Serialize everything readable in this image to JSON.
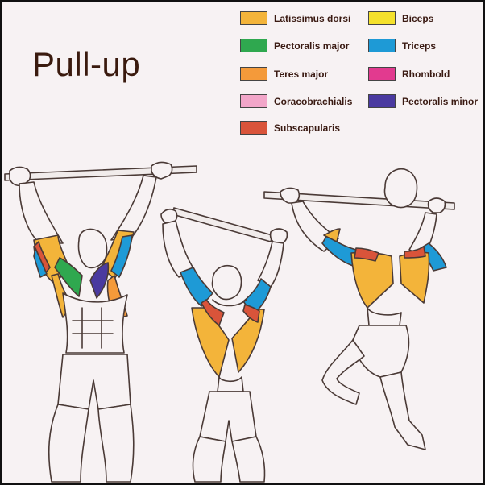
{
  "title": "Pull-up",
  "legend": [
    {
      "label": "Latissimus dorsi",
      "color": "#f3b43a"
    },
    {
      "label": "Biceps",
      "color": "#f4e12c"
    },
    {
      "label": "Pectoralis major",
      "color": "#2fa84f"
    },
    {
      "label": "Triceps",
      "color": "#1e9ad6"
    },
    {
      "label": "Teres major",
      "color": "#f49a3a"
    },
    {
      "label": "Rhombold",
      "color": "#e23a8f"
    },
    {
      "label": "Coracobrachialis",
      "color": "#f2a6c9"
    },
    {
      "label": "Pectoralis minor",
      "color": "#4a3aa0"
    },
    {
      "label": "Subscapularis",
      "color": "#d9543a"
    }
  ]
}
